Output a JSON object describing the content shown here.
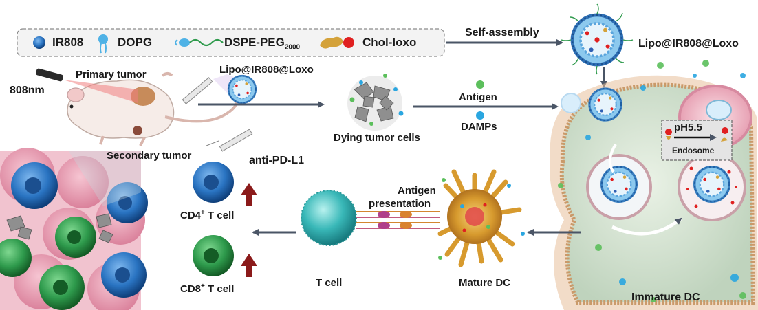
{
  "legend": {
    "ir808": "IR808",
    "dopg": "DOPG",
    "dspe_peg_main": "DSPE-PEG",
    "dspe_peg_sub": "2000",
    "chol_loxo": "Chol-loxo"
  },
  "labels": {
    "self_assembly": "Self-assembly",
    "nanoparticle_top": "Lipo@IR808@Loxo",
    "nanoparticle_mouse": "Lipo@IR808@Loxo",
    "laser": "808nm",
    "primary_tumor": "Primary tumor",
    "secondary_tumor": "Secondary tumor",
    "anti_pd_l1": "anti-PD-L1",
    "dying_tumor_cells": "Dying tumor cells",
    "antigen": "Antigen",
    "damps": "DAMPs",
    "ph": "pH5.5",
    "endosome": "Endosome",
    "antigen_presentation_1": "Antigen",
    "antigen_presentation_2": "presentation",
    "mature_dc": "Mature DC",
    "immature_dc": "Immature DC",
    "t_cell": "T cell",
    "cd4_main": "CD4",
    "cd4_sup": "+",
    "cd4_rest": " T cell",
    "cd8_main": "CD8",
    "cd8_sup": "+",
    "cd8_rest": " T cell"
  },
  "colors": {
    "ir808": "#2f5fb3",
    "dopg": "#4fb2e6",
    "chol": "#d4a23a",
    "loxo": "#e02020",
    "arrow": "#4a5566",
    "up_arrow": "#8b1a1a",
    "cd4_cell": "#2a86c9",
    "cd8_cell": "#2e9a4c",
    "t_cell": "#39b8b8",
    "mature_dc": "#d79a2e",
    "immature_dc_membrane": "#d9a07a",
    "tumor_tissue": "#e79bb0"
  }
}
